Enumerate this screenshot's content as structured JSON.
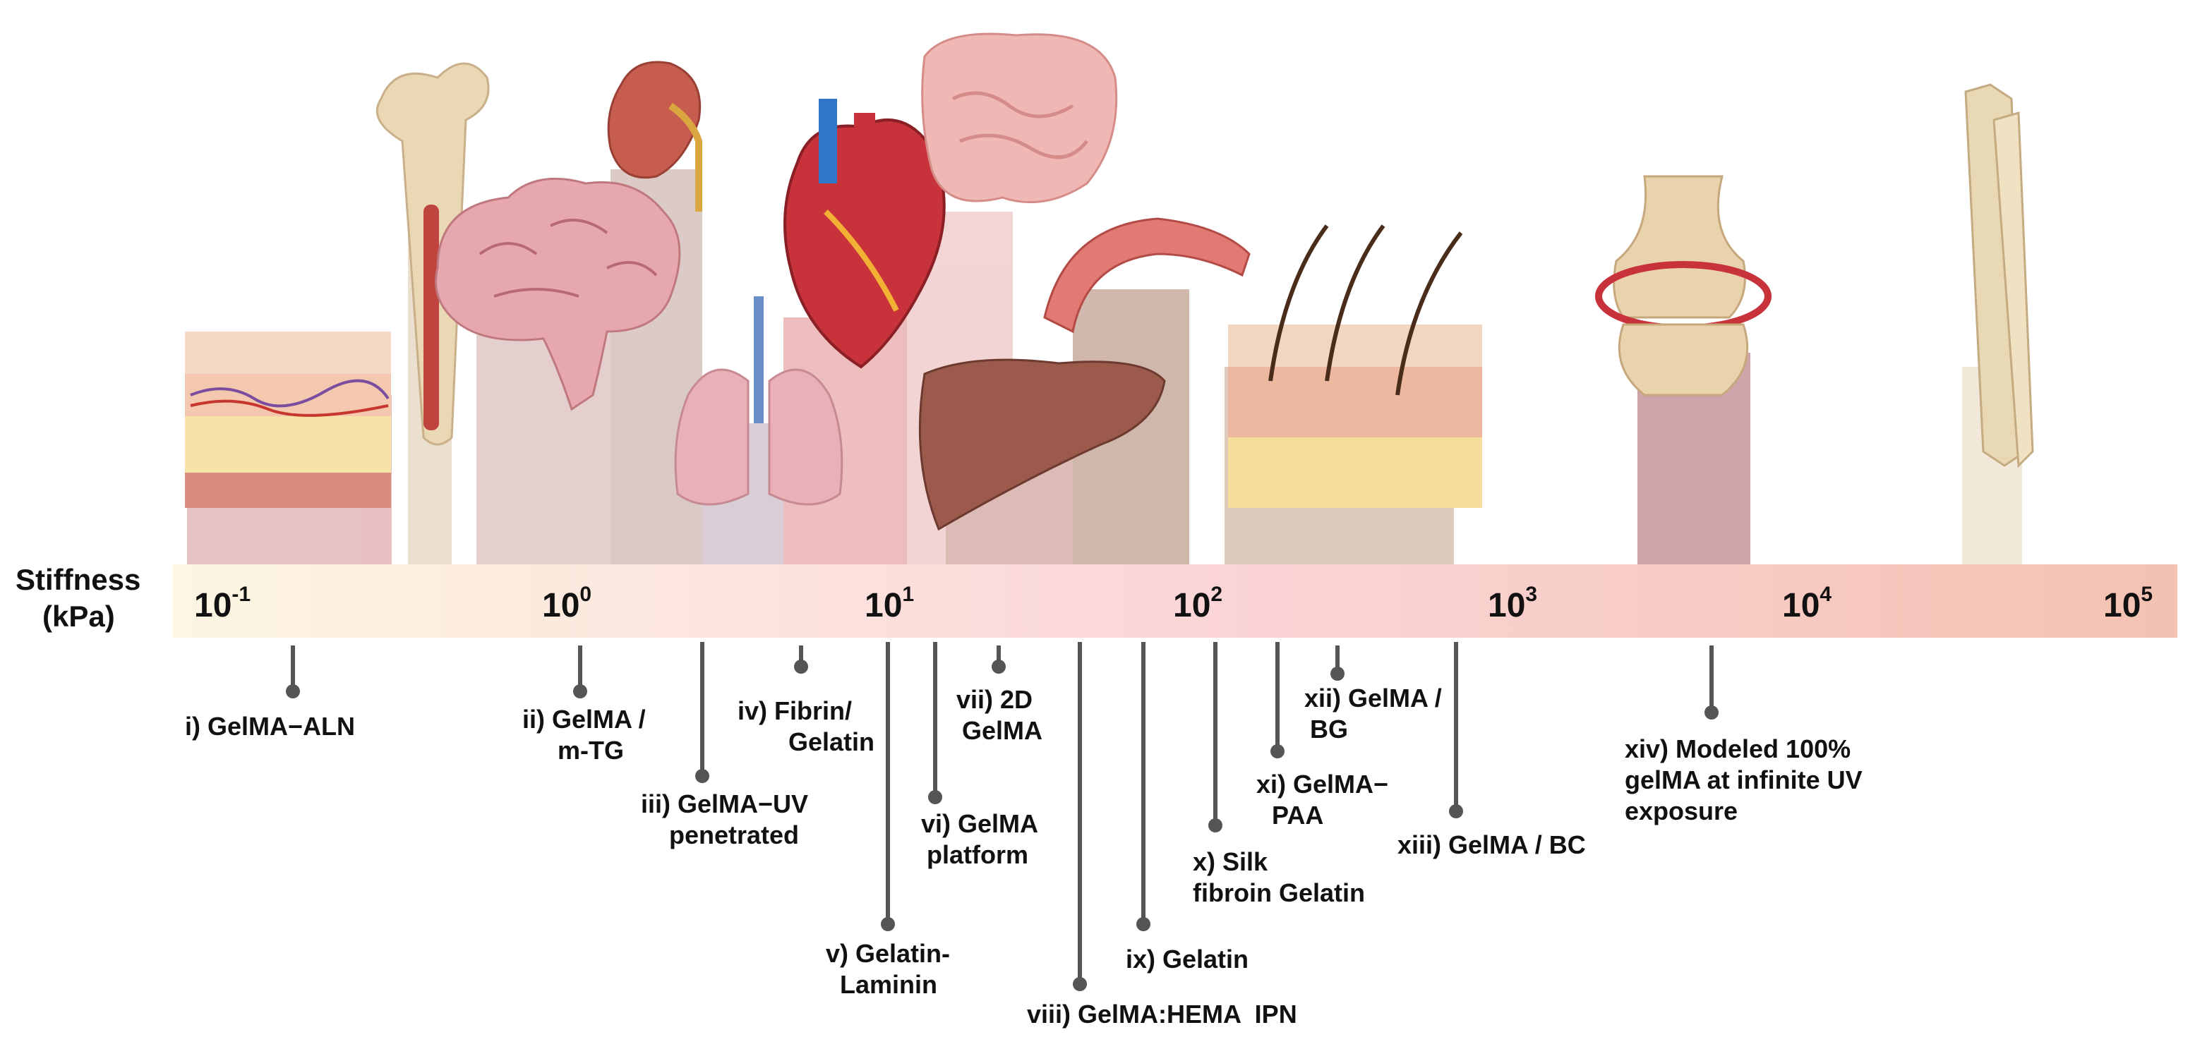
{
  "axis": {
    "title_line1": "Stiffness",
    "title_line2": "(kPa)",
    "ticks": [
      {
        "base": "10",
        "exp": "-1"
      },
      {
        "base": "10",
        "exp": "0"
      },
      {
        "base": "10",
        "exp": "1"
      },
      {
        "base": "10",
        "exp": "2"
      },
      {
        "base": "10",
        "exp": "3"
      },
      {
        "base": "10",
        "exp": "4"
      },
      {
        "base": "10",
        "exp": "5"
      }
    ]
  },
  "labels": [
    {
      "l1": "i) GelMA−ALN",
      "l2": ""
    },
    {
      "l1": "ii) GelMA /",
      "l2": "m-TG"
    },
    {
      "l1": "iii) GelMA−UV",
      "l2": "penetrated"
    },
    {
      "l1": "iv) Fibrin/",
      "l2": "Gelatin"
    },
    {
      "l1": "v) Gelatin-",
      "l2": "Laminin"
    },
    {
      "l1": "vi) GelMA",
      "l2": "platform"
    },
    {
      "l1": "vii) 2D",
      "l2": "GelMA"
    },
    {
      "l1": "viii) GelMA:HEMA  IPN",
      "l2": ""
    },
    {
      "l1": "ix) Gelatin",
      "l2": ""
    },
    {
      "l1": "x) Silk",
      "l2": "fibroin Gelatin"
    },
    {
      "l1": "xi) GelMA−",
      "l2": "PAA"
    },
    {
      "l1": "xii) GelMA /",
      "l2": "BG"
    },
    {
      "l1": "xiii) GelMA / BC",
      "l2": ""
    },
    {
      "l1": "xiv) Modeled 100%",
      "l2": "gelMA at infinite UV",
      "l3": "exposure"
    }
  ],
  "tissues": [
    "skin-icon",
    "femur-bone-icon",
    "brain-icon",
    "kidney-icon",
    "lungs-icon",
    "heart-icon",
    "intestine-icon",
    "liver-icon",
    "blood-vessel-icon",
    "skin-hair-icon",
    "knee-joint-icon",
    "forearm-bones-icon"
  ],
  "colors": {
    "bar_left": "#fdf6e3",
    "bar_mid": "#fbd9d9",
    "bar_right": "#f4c4b4",
    "leader": "#555555"
  }
}
